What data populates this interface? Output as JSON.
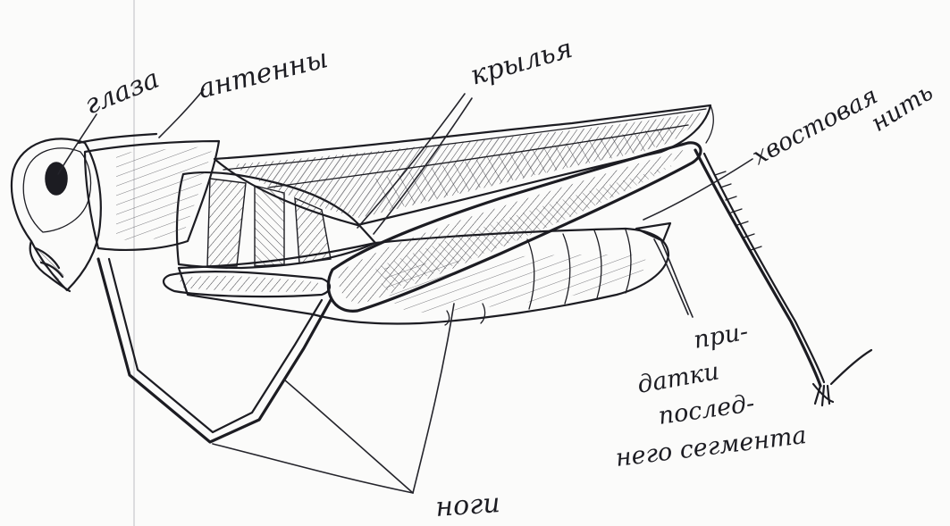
{
  "labels": {
    "eyes": "глаза",
    "antennae": "антенны",
    "wings": "крылья",
    "tail_thread_1": "хвостовая",
    "tail_thread_2": "нить",
    "appendages_1": "при-",
    "appendages_2": "датки",
    "appendages_3": "послед-",
    "appendages_4": "него сегмента",
    "legs": "ноги"
  },
  "colors": {
    "ink": "#1c1c22",
    "paper": "#fbfbfa"
  }
}
